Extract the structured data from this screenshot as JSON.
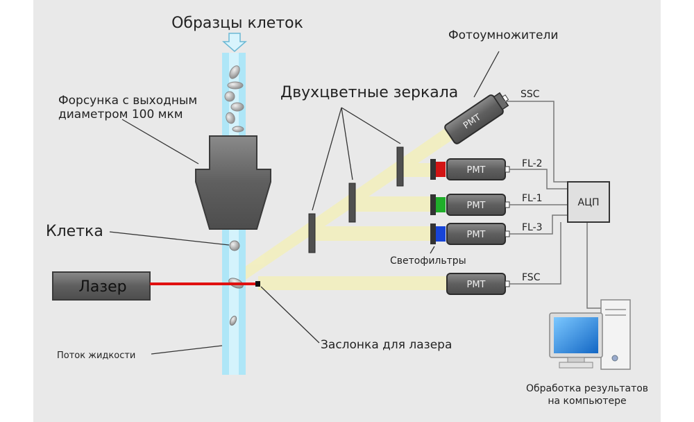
{
  "labels": {
    "samples": "Образцы клеток",
    "nozzle": "Форсунка с выходным",
    "nozzle2": "диаметром 100 мкм",
    "cell": "Клетка",
    "laser": "Лазер",
    "flow": "Поток жидкости",
    "dichroic": "Двухцветные зеркала",
    "pmts": "Фотоумножители",
    "filters": "Светофильтры",
    "shutter": "Заслонка для лазера",
    "adc": "АЦП",
    "computer": "Обработка результатов",
    "computer2": "на компьютере"
  },
  "detectors": {
    "pmt_label": "PMT",
    "ssc": "SSC",
    "fl2": "FL-2",
    "fl1": "FL-1",
    "fl3": "FL-3",
    "fsc": "FSC"
  },
  "colors": {
    "background": "#e9e9e9",
    "beam": "#f2efc0",
    "laser": "#e01010",
    "stream": "#aee6f7",
    "device": "#6e6e6e",
    "filter_red": "#d21414",
    "filter_green": "#1fae2a",
    "filter_blue": "#1744d8",
    "monitor_screen": "#2f8ee0"
  }
}
